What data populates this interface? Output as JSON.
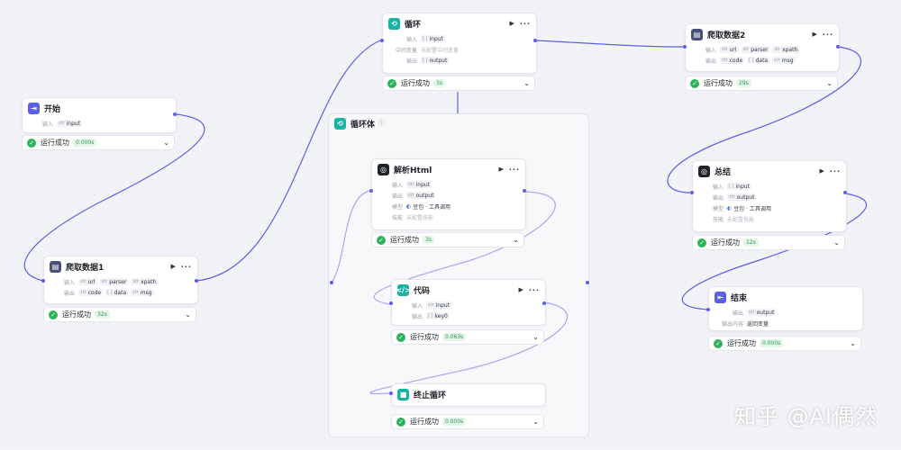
{
  "nodes": {
    "start": {
      "title": "开始",
      "rows": [
        {
          "label": "输入",
          "tags": [
            {
              "type": "str",
              "name": "input"
            }
          ]
        }
      ],
      "status": {
        "text": "运行成功",
        "time": "0.000s"
      }
    },
    "crawl1": {
      "title": "爬取数据1",
      "rows": [
        {
          "label": "输入",
          "tags": [
            {
              "type": "str",
              "name": "url"
            },
            {
              "type": "str",
              "name": "parser"
            },
            {
              "type": "str",
              "name": "xpath"
            }
          ]
        },
        {
          "label": "输出",
          "tags": [
            {
              "type": "str",
              "name": "code"
            },
            {
              "type": "[ ]",
              "name": "data"
            },
            {
              "type": "str",
              "name": "msg"
            }
          ]
        }
      ],
      "status": {
        "text": "运行成功",
        "time": "32s"
      }
    },
    "loop": {
      "title": "循环",
      "rows": [
        {
          "label": "输入",
          "tags": [
            {
              "type": "[ ]",
              "name": "input"
            }
          ]
        },
        {
          "label": "中间变量",
          "text": "未配置中间变量"
        },
        {
          "label": "输出",
          "tags": [
            {
              "type": "[ ]",
              "name": "output"
            }
          ]
        }
      ],
      "status": {
        "text": "运行成功",
        "time": "3s"
      }
    },
    "crawl2": {
      "title": "爬取数据2",
      "rows": [
        {
          "label": "输入",
          "tags": [
            {
              "type": "str",
              "name": "url"
            },
            {
              "type": "str",
              "name": "parser"
            },
            {
              "type": "str",
              "name": "xpath"
            }
          ]
        },
        {
          "label": "输出",
          "tags": [
            {
              "type": "str",
              "name": "code"
            },
            {
              "type": "[ ]",
              "name": "data"
            },
            {
              "type": "str",
              "name": "msg"
            }
          ]
        }
      ],
      "status": {
        "text": "运行成功",
        "time": "29s"
      }
    },
    "loop_body": {
      "title": "循环体"
    },
    "parse": {
      "title": "解析Html",
      "rows": [
        {
          "label": "输入",
          "tags": [
            {
              "type": "str",
              "name": "input"
            }
          ]
        },
        {
          "label": "输出",
          "tags": [
            {
              "type": "str",
              "name": "output"
            }
          ]
        },
        {
          "label": "模型",
          "text": "豆包 · 工具调用"
        },
        {
          "label": "技能",
          "text": "未配置技能"
        }
      ],
      "status": {
        "text": "运行成功",
        "time": "3s"
      }
    },
    "code": {
      "title": "代码",
      "rows": [
        {
          "label": "输入",
          "tags": [
            {
              "type": "str",
              "name": "input"
            }
          ]
        },
        {
          "label": "输出",
          "tags": [
            {
              "type": "[ ]",
              "name": "key0"
            }
          ]
        }
      ],
      "status": {
        "text": "运行成功",
        "time": "0.063s"
      }
    },
    "stop": {
      "title": "终止循环",
      "status": {
        "text": "运行成功",
        "time": "0.000s"
      }
    },
    "summary": {
      "title": "总结",
      "rows": [
        {
          "label": "输入",
          "tags": [
            {
              "type": "[ ]",
              "name": "input"
            }
          ]
        },
        {
          "label": "输出",
          "tags": [
            {
              "type": "str",
              "name": "output"
            }
          ]
        },
        {
          "label": "模型",
          "text": "豆包 · 工具调用"
        },
        {
          "label": "技能",
          "text": "未配置技能"
        }
      ],
      "status": {
        "text": "运行成功",
        "time": "12s"
      }
    },
    "end": {
      "title": "结束",
      "rows": [
        {
          "label": "输出",
          "tags": [
            {
              "type": "str",
              "name": "output"
            }
          ]
        },
        {
          "label": "输出内容",
          "text": "返回变量"
        }
      ],
      "status": {
        "text": "运行成功",
        "time": "0.000s"
      }
    }
  },
  "watermark": "知乎 @AI偶然",
  "colors": {
    "accent": "#5b5fe8",
    "success": "#2fb35a",
    "wire": "#5b5fe8"
  },
  "icons": {
    "start": "login-icon",
    "crawl": "document-icon",
    "loop": "loop-icon",
    "llm": "ai-model-icon",
    "code": "code-icon",
    "stop": "stop-icon",
    "end": "logout-icon"
  }
}
